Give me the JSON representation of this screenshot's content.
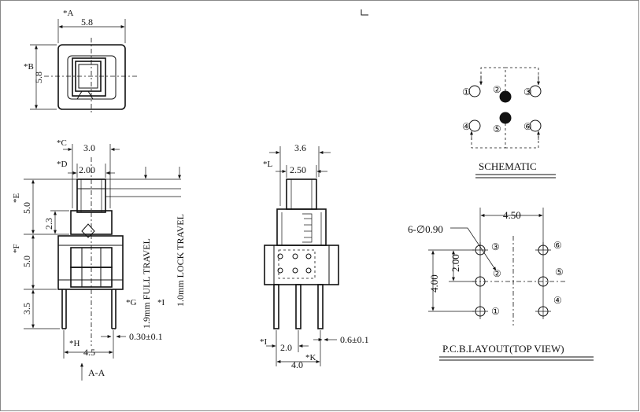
{
  "top_view": {
    "dim_a_label": "*A",
    "dim_a_value": "5.8",
    "dim_b_label": "*B",
    "dim_b_value": "5.8"
  },
  "front_view": {
    "dim_c_label": "*C",
    "dim_c_value": "3.0",
    "dim_d_label": "*D",
    "dim_d_value": "2.00",
    "dim_e_label": "*E",
    "dim_e_value": "5.0",
    "dim_23_value": "2.3",
    "dim_f_label": "*F",
    "dim_f_value": "5.0",
    "dim_35_value": "3.5",
    "dim_g_label": "*G",
    "full_travel_text": "1.9mm FULL TRAVEL",
    "dim_i_label": "*I",
    "lock_travel_text": "1.0mm LOCK TRAVEL",
    "dim_h_label": "*H",
    "dim_h_value": "4.5",
    "pin_thickness": "0.30±0.1",
    "section_label": "A-A"
  },
  "side_view": {
    "dim_36_value": "3.6",
    "dim_l_label": "*L",
    "dim_l_value": "2.50",
    "dim_i_label": "*I",
    "dim_pitch_value": "2.0",
    "dim_k_label": "*K",
    "dim_k_value": "4.0",
    "pin_thickness": "0.6±0.1"
  },
  "schematic": {
    "title": "SCHEMATIC",
    "pins": [
      "①",
      "②",
      "③",
      "④",
      "⑤",
      "⑥"
    ]
  },
  "pcb": {
    "title": "P.C.B.LAYOUT(TOP VIEW)",
    "hole_spec": "6-∅0.90",
    "dim_x_value": "4.50",
    "dim_y_small_value": "2.00",
    "dim_y_large_value": "4.00",
    "pins": [
      "①",
      "②",
      "③",
      "④",
      "⑤",
      "⑥"
    ]
  }
}
